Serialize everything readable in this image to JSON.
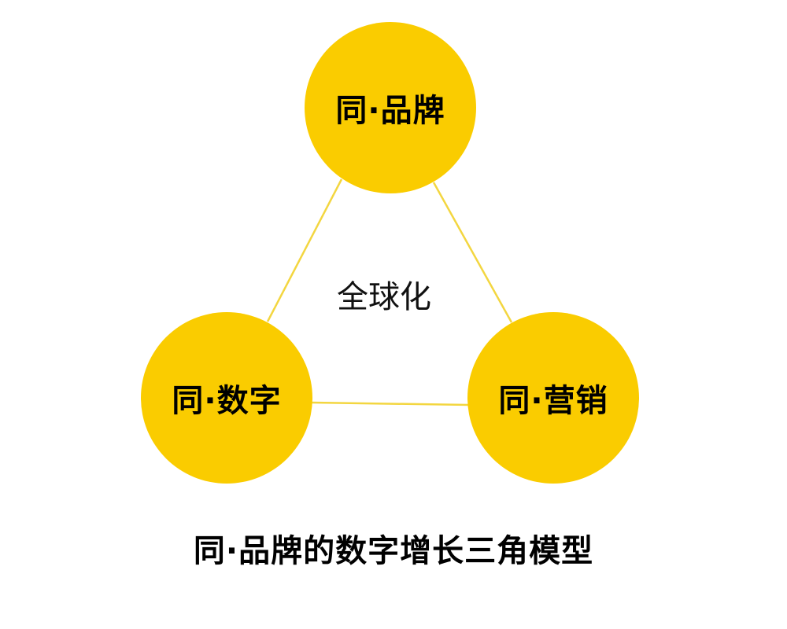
{
  "colors": {
    "node_fill": "#FACC00",
    "connector": "#F3D640",
    "text": "#000000"
  },
  "diagram": {
    "center_label": "全球化",
    "nodes": [
      {
        "id": "top",
        "label": "同·品牌"
      },
      {
        "id": "left",
        "label": "同·数字"
      },
      {
        "id": "right",
        "label": "同·营销"
      }
    ],
    "edges": [
      {
        "from": "top",
        "to": "left"
      },
      {
        "from": "top",
        "to": "right"
      },
      {
        "from": "left",
        "to": "right"
      }
    ]
  },
  "caption": "同·品牌的数字增长三角模型"
}
